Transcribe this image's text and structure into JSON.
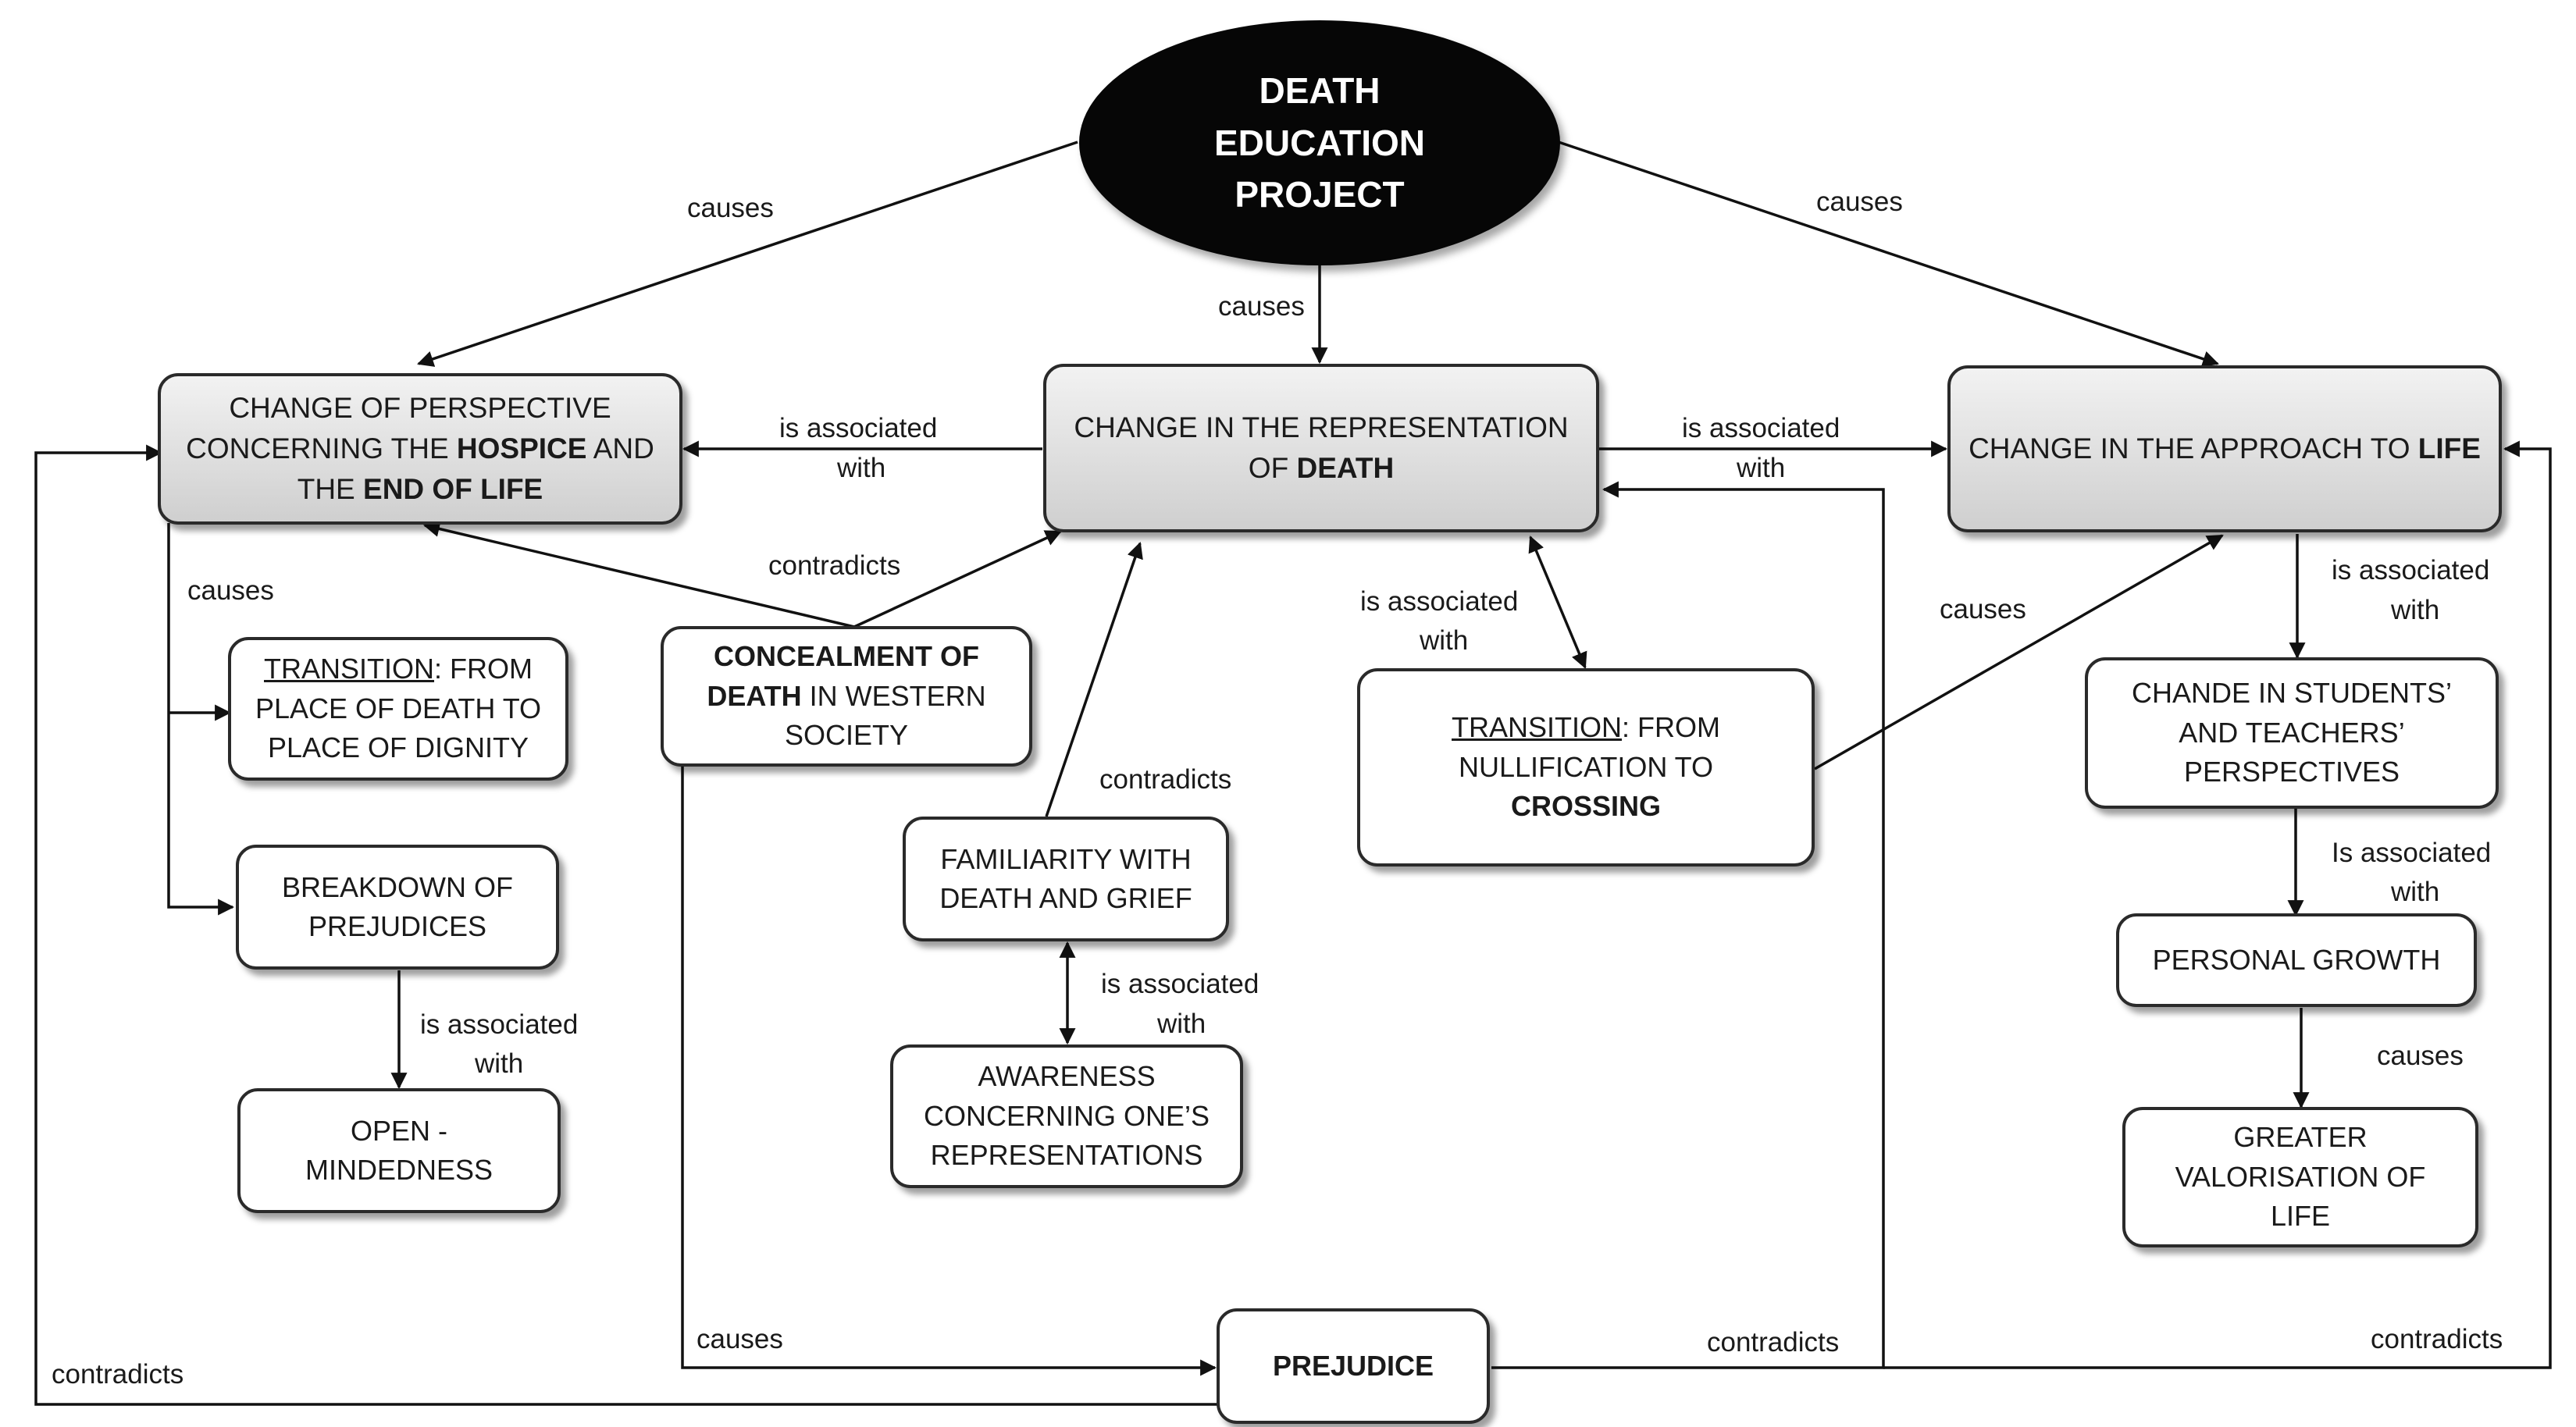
{
  "root": {
    "lines": [
      "DEATH",
      "EDUCATION",
      "PROJECT"
    ]
  },
  "nodes": {
    "hospice": {
      "line1": "CHANGE OF PERSPECTIVE",
      "line2a": "CONCERNING THE ",
      "line2b": "HOSPICE",
      "line2c": " AND",
      "line3a": "THE ",
      "line3b": "END OF LIFE"
    },
    "representation": {
      "line1": "CHANGE IN THE REPRESENTATION",
      "line2a": "OF ",
      "line2b": "DEATH"
    },
    "approach": {
      "line1a": "CHANGE IN THE APPROACH TO ",
      "line1b": "LIFE"
    },
    "transition_dignity": {
      "line1a": "TRANSITION",
      "line1b": ": FROM",
      "line2": "PLACE OF DEATH TO",
      "line3": "PLACE OF DIGNITY"
    },
    "breakdown": {
      "line1": "BREAKDOWN OF",
      "line2": "PREJUDICES"
    },
    "open_mind": {
      "line1": "OPEN -",
      "line2": "MINDEDNESS"
    },
    "concealment": {
      "line1": "CONCEALMENT OF",
      "line2a": "DEATH",
      "line2b": " IN WESTERN",
      "line3": "SOCIETY"
    },
    "familiarity": {
      "line1": "FAMILIARITY WITH",
      "line2": "DEATH AND GRIEF"
    },
    "awareness": {
      "line1": "AWARENESS",
      "line2": "CONCERNING ONE’S",
      "line3": "REPRESENTATIONS"
    },
    "transition_crossing": {
      "line1a": "TRANSITION",
      "line1b": ": FROM",
      "line2": "NULLIFICATION TO",
      "line3": "CROSSING"
    },
    "perspectives": {
      "line1": "CHANDE IN STUDENTS’",
      "line2": "AND TEACHERS’",
      "line3": "PERSPECTIVES"
    },
    "growth": {
      "line1": "PERSONAL GROWTH"
    },
    "valorisation": {
      "line1": "GREATER",
      "line2": "VALORISATION OF",
      "line3": "LIFE"
    },
    "prejudice": {
      "line1": "PREJUDICE"
    }
  },
  "edge_labels": {
    "root_hospice": "causes",
    "root_representation": "causes",
    "root_approach": "causes",
    "rep_hospice_1": "is associated",
    "rep_hospice_2": "with",
    "rep_approach_1": "is associated",
    "rep_approach_2": "with",
    "concealment_contradicts": "contradicts",
    "hospice_causes": "causes",
    "rep_crossing_1": "is associated",
    "rep_crossing_2": "with",
    "crossing_causes": "causes",
    "approach_persp_1": "is associated",
    "approach_persp_2": "with",
    "familiarity_contradicts": "contradicts",
    "breakdown_open_1": "is associated",
    "breakdown_open_2": "with",
    "familiarity_awareness_1": "is associated",
    "familiarity_awareness_2": "with",
    "persp_growth_1": "Is associated",
    "persp_growth_2": "with",
    "growth_valor": "causes",
    "concealment_prejudice": "causes",
    "prejudice_rep": "contradicts",
    "prejudice_hospice": "contradicts",
    "prejudice_approach": "contradicts"
  },
  "colors": {
    "line": "#111111",
    "oval": "#060606",
    "box_border": "#2a2a2a"
  }
}
